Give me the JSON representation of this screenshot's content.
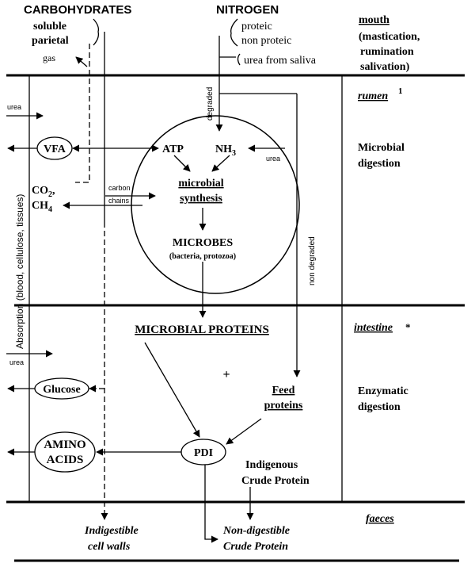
{
  "inputs": {
    "carbohydrates": "CARBOHYDRATES",
    "carb_soluble": "soluble",
    "carb_parietal": "parietal",
    "gas": "gas",
    "nitrogen": "NITROGEN",
    "n_proteic": "proteic",
    "n_non_proteic": "non proteic",
    "n_urea_saliva": "urea from saliva"
  },
  "stages": {
    "mouth": "mouth",
    "mouth_desc_1": "(mastication,",
    "mouth_desc_2": "rumination",
    "mouth_desc_3": "salivation)",
    "rumen": "rumen",
    "rumen_mark": "1",
    "microbial_digestion_1": "Microbial",
    "microbial_digestion_2": "digestion",
    "intestine": "intestine",
    "intestine_mark": "*",
    "enzymatic_digestion_1": "Enzymatic",
    "enzymatic_digestion_2": "digestion",
    "faeces": "faeces"
  },
  "absorption_label": "Absorption (blood, cellulose, tissues)",
  "rumen": {
    "urea_in": "urea",
    "vfa": "VFA",
    "atp": "ATP",
    "nh3": "NH",
    "nh3_sub": "3",
    "urea_right": "urea",
    "co2": "CO",
    "co2_sub": "2",
    "co2_suffix": ",",
    "ch4": "CH",
    "ch4_sub": "4",
    "carbon_chains_1": "carbon",
    "carbon_chains_2": "chains",
    "degraded": "degraded",
    "microbial_synthesis_1": "microbial",
    "microbial_synthesis_2": "synthesis",
    "microbes": "MICROBES",
    "microbes_desc": "(bacteria, protozoa)",
    "non_degraded": "non degraded"
  },
  "intestine": {
    "microbial_proteins": "MICROBIAL PROTEINS",
    "plus": "+",
    "feed_proteins_1": "Feed",
    "feed_proteins_2": "proteins",
    "urea_in": "urea",
    "glucose": "Glucose",
    "amino_1": "AMINO",
    "amino_2": "ACIDS",
    "pdi": "PDI",
    "indigenous_1": "Indigenous",
    "indigenous_2": "Crude Protein"
  },
  "outputs": {
    "indigestible_1": "Indigestible",
    "indigestible_2": "cell walls",
    "nondigestible_1": "Non-digestible",
    "nondigestible_2": "Crude Protein"
  }
}
